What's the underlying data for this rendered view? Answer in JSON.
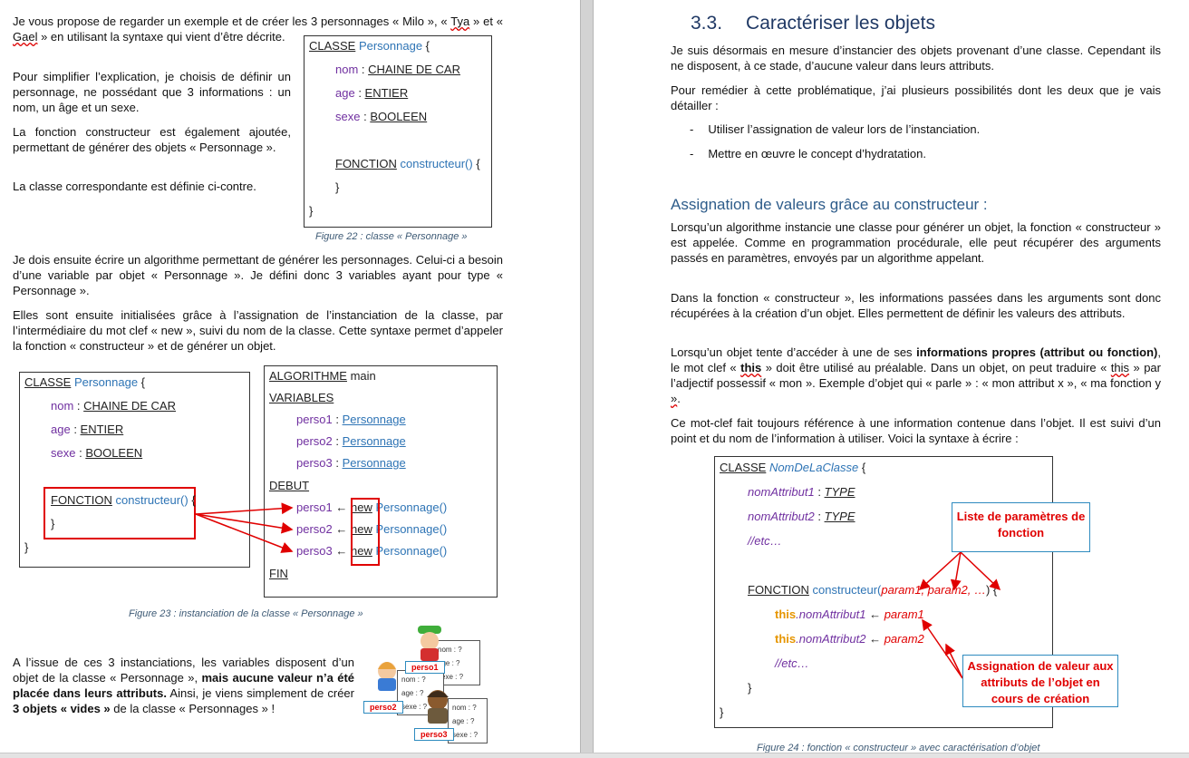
{
  "left": {
    "p1": [
      "Je vous propose de regarder un exemple et de créer les 3 personnages « Milo », « ",
      "Tya",
      " » et « ",
      "Gael",
      " » en utilisant la syntaxe qui vient d’être décrite."
    ],
    "p2": "Pour simplifier l’explication, je choisis de définir un personnage, ne possédant que 3 informations : un nom, un âge et un sexe.",
    "p3": "La fonction constructeur est également ajoutée, permettant de générer des objets « Personnage ».",
    "p4": "La classe correspondante est définie ci-contre.",
    "p5": "Je dois ensuite écrire un algorithme permettant de générer les personnages. Celui-ci a besoin d’une variable par objet « Personnage ». Je défini donc 3 variables ayant pour type « Personnage ».",
    "p6": "Elles sont ensuite initialisées grâce à l’assignation de l’instanciation de la classe, par l’intermédiaire du mot clef « new », suivi du nom de la classe. Cette syntaxe permet d’appeler la fonction « constructeur » et de générer un objet.",
    "p7": [
      "A l’issue de ces 3 instanciations, les variables disposent d’un objet de la classe « Personnage »,",
      " mais aucune valeur n’a été placée dans leurs attributs.",
      " Ainsi, je viens simplement de créer ",
      "3 objets « vides »",
      " de la classe « Personnages » !"
    ],
    "class": {
      "kw": "CLASSE",
      "name": "Personnage",
      "open": " {",
      "attr1": "nom",
      "type1": "CHAINE DE CAR",
      "attr2": "age",
      "type2": "ENTIER",
      "attr3": "sexe",
      "type3": "BOOLEEN",
      "sep": " : ",
      "fn_kw": "FONCTION",
      "fn_name": "constructeur()",
      "fn_open": " {",
      "close": "}"
    },
    "fig22": "Figure 22 : classe « Personnage »",
    "algo": {
      "kw": "ALGORITHME",
      "name": " main",
      "vars": "VARIABLES",
      "v1": "perso1",
      "v2": "perso2",
      "v3": "perso3",
      "type": "Personnage",
      "debut": "DEBUT",
      "arrow": " ← ",
      "new": "new",
      "call": "Personnage()",
      "fin": "FIN"
    },
    "fig23": "Figure 23 : instanciation de la classe « Personnage »",
    "chars": {
      "tag1": "perso1",
      "tag2": "perso2",
      "tag3": "perso3",
      "l1": "nom : ?",
      "l2": "age : ?",
      "l3": "sexe : ?"
    }
  },
  "right": {
    "heading_num": "3.3.",
    "heading": "Caractériser les objets",
    "p1": "Je suis désormais en mesure d’instancier des objets provenant d’une classe. Cependant ils ne disposent, à ce stade, d’aucune valeur dans leurs attributs.",
    "p2": "Pour remédier à cette problématique, j’ai plusieurs possibilités dont les deux que je vais détailler :",
    "bullet_mark": "-",
    "b1": "Utiliser l’assignation de valeur lors de l’instanciation.",
    "b2": "Mettre en œuvre le concept d’hydratation.",
    "h4": "Assignation de valeurs grâce au constructeur :",
    "p3": "Lorsqu’un algorithme instancie une classe pour générer un objet, la fonction « constructeur » est appelée. Comme en programmation procédurale, elle peut récupérer des arguments passés en paramètres, envoyés par un algorithme appelant.",
    "p4": "Dans la fonction « constructeur », les informations passées dans les arguments sont donc récupérées à la création d’un objet. Elles permettent de définir les valeurs des attributs.",
    "p5": [
      "Lorsqu’un objet tente d’accéder à une de ses ",
      "informations propres (attribut ou fonction)",
      ", le mot clef « ",
      "this",
      " » doit être utilisé au préalable. Dans un objet, on peut traduire « ",
      "this",
      " » par l’adjectif possessif « mon ». Exemple d’objet qui « parle » : « mon attribut x », « ma fonction y ",
      "»",
      "."
    ],
    "p6": "Ce mot-clef fait toujours référence à une information contenue dans l’objet. Il est suivi d’un point et du nom de l’information à utiliser. Voici la syntaxe à écrire :",
    "code": {
      "kw": "CLASSE",
      "name": "NomDeLaClasse",
      "open": " {",
      "a1": "nomAttribut1",
      "a2": "nomAttribut2",
      "t": "TYPE",
      "sep": " : ",
      "etc": "//etc…",
      "fn_kw": "FONCTION",
      "fn_name": " constructeur(",
      "params": "param1, param2, …",
      "fn_close": ") {",
      "this": "this",
      "dot_a1": ".nomAttribut1",
      "dot_a2": ".nomAttribut2",
      "arrow": " ← ",
      "p1": "param1",
      "p2": "param2",
      "close": "}"
    },
    "callout1": "Liste de paramètres de fonction",
    "callout2": "Assignation de valeur aux attributs de l’objet en cours de création",
    "fig24": "Figure 24 : fonction « constructeur » avec caractérisation d’objet"
  }
}
